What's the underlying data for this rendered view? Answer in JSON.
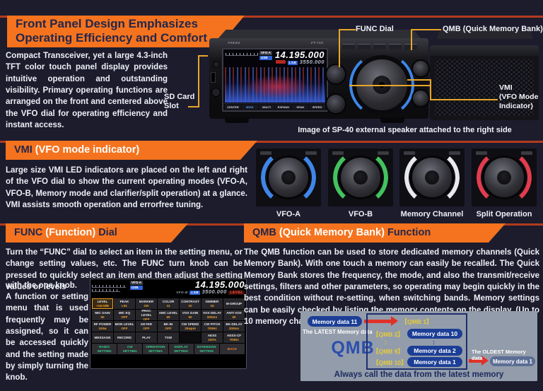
{
  "colors": {
    "background": "#1c1c2d",
    "accent_orange": "#f5731e",
    "rule_red": "#b23b1e",
    "banner_text": "#23264a",
    "body_text": "#eef0f6",
    "diagram_gray": "#939caa",
    "pill_navy": "#1c3e96",
    "pill_gray_blue": "#5c6e94",
    "slot_yellow": "#e6cb3c",
    "arrow_red": "#e03028"
  },
  "hero": {
    "title_line1": "Front Panel Design Emphasizes",
    "title_line2": "Operating Efficiency and Comfort",
    "body": "Compact Transceiver, yet a large 4.3-inch TFT color touch panel display provides intuitive operation and outstanding visibility. Primary operating functions are arranged on the front and centered above the VFO dial for operating efficiency and instant access."
  },
  "radio": {
    "brand": "YAESU",
    "model": "FT-710",
    "vfo_a": "VFO-A",
    "mode_a": "USB",
    "freq_main": "14.195.000",
    "mode_b": "LSB",
    "freq_sub": "3550.000",
    "screen_buttons": [
      "CENTER",
      "3DSS",
      "MULTI",
      "EXPAND",
      "SPAN",
      "SPEED"
    ],
    "callouts": {
      "func_dial": "FUNC Dial",
      "qmb": "QMB (Quick Memory Bank)",
      "sd_line1": "SD Card",
      "sd_line2": "Slot",
      "vmi_line1": "VMI",
      "vmi_line2": "(VFO Mode",
      "vmi_line3": "Indicator)"
    },
    "caption": "Image of SP-40 external speaker attached to the right side"
  },
  "vmi": {
    "title_strong": "VMI",
    "title_rest": " (VFO mode indicator)",
    "body": "Large size VMI LED indicators are placed on the left and right of the VFO dial to show the current operating modes (VFO-A, VFO-B, Memory mode and clarifier/split operation) at a glance. VMI assists smooth operation and errorfree tuning.",
    "dials": [
      {
        "label": "VFO-A",
        "color": "#3f86e8"
      },
      {
        "label": "VFO-B",
        "color": "#43c25e"
      },
      {
        "label": "Memory Channel",
        "color": "#e8e9ee"
      },
      {
        "label": "Split Operation",
        "color": "#e23c4e"
      }
    ]
  },
  "func": {
    "title_strong1": "FUNC",
    "title_mid": " (Function) ",
    "title_strong2": "Dial",
    "body": "Turn the “FUNC” dial to select an item in the setting menu, or change setting values, etc. The FUNC turn knob can be pressed to quickly select an item and then adjust the setting values or levels",
    "body_col1": "with the one knob.",
    "body_col2": "A function or setting menu that is used frequently may be assigned, so it can be accessed quickly and the setting made by simply turning the knob.",
    "screen": {
      "vfo_a": "VFO-A",
      "mode_a": "USB",
      "freq_a": "14.195.000",
      "vfo_b": "VFO-B",
      "mode_b": "LSB",
      "freq_b": "3500.000",
      "level_tag": "LEVEL",
      "menu_rows": [
        [
          {
            "l": "LEVEL",
            "v": "+18.0dB",
            "sel": true
          },
          {
            "l": "PEAK",
            "v": "L91"
          },
          {
            "l": "MARKER",
            "v": "ON"
          },
          {
            "l": "COLOR",
            "v": "11"
          },
          {
            "l": "CONTRAST",
            "v": "10"
          },
          {
            "l": "DIMMER",
            "v": "15"
          },
          {
            "l": "M-GROUP",
            "v": ""
          }
        ],
        [
          {
            "l": "MIC GAIN",
            "v": "50"
          },
          {
            "l": "MIC EQ",
            "v": "OFF"
          },
          {
            "l": "PROC LEVEL",
            "v": "OFF"
          },
          {
            "l": "AMC LEVEL",
            "v": "50"
          },
          {
            "l": "VOX GAIN",
            "v": "50"
          },
          {
            "l": "VOX DELAY",
            "v": "500ms"
          },
          {
            "l": "ANTI VOX",
            "v": "50"
          }
        ],
        [
          {
            "l": "RF POWER",
            "v": "100w"
          },
          {
            "l": "MON LEVEL",
            "v": "OFF"
          },
          {
            "l": "KEYER",
            "v": "OFF"
          },
          {
            "l": "BK-IN",
            "v": "OFF"
          },
          {
            "l": "CW SPEED",
            "v": "20wpm"
          },
          {
            "l": "CW PITCH",
            "v": "700Hz"
          },
          {
            "l": "BK-DELAY",
            "v": "200ms"
          }
        ],
        [
          {
            "l": "MESSAGE",
            "v": ""
          },
          {
            "l": "RECORD",
            "v": ""
          },
          {
            "l": "PLAY",
            "v": ""
          },
          {
            "l": "TXW",
            "v": ""
          },
          {
            "l": "",
            "v": ""
          },
          {
            "l": "AESS",
            "v": "100%"
          },
          {
            "l": "AESS-CF",
            "v": "700Hz"
          }
        ]
      ],
      "footer": [
        "RADIO SETTING",
        "CW SETTING",
        "OPERATION SETTING",
        "DISPLAY SETTING",
        "EXTENSION SETTING",
        "BACK"
      ]
    }
  },
  "qmb": {
    "title_strong1": "QMB",
    "title_mid": " (Quick Memory Bank) ",
    "title_strong2": "Function",
    "body": "The QMB function can be used to store dedicated memory channels (Quick Memory Bank). With one touch a memory can easily be recalled. The Quick Memory Bank stores the frequency, the mode, and also the transmit/receive settings, filters and other parameters, so operating may begin quickly in the best condition without re-setting, when switching bands. Memory settings can be easily checked by listing the memory contents on the display. (Up to 10 memory channels are available)",
    "diagram": {
      "newest": "Memory data 11",
      "latest_label": "The LATEST Memory data",
      "qmb_big": "QMB",
      "slot1": "【QMB 1】",
      "rows": [
        {
          "slot": "【QMB 2】",
          "data": "Memory data 10"
        },
        {
          "slot": "【QMB 9】",
          "data": "Memory data 2"
        },
        {
          "slot": "【QMB 10】",
          "data": "Memory data 1"
        }
      ],
      "oldest_label": "The OLDEST Memory data",
      "oldest": "Memory data 1",
      "footer": "Always call the data from the latest memory"
    }
  }
}
